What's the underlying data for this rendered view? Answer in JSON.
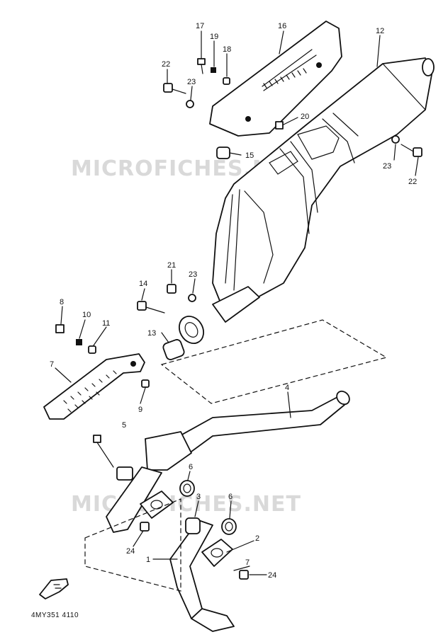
{
  "watermarks": [
    "MICROFICHES.NET",
    "MICROFICHES.NET"
  ],
  "caption": "4MY351 4110",
  "callouts": {
    "c1": "1",
    "c2": "2",
    "c3": "3",
    "c4": "4",
    "c5": "5",
    "c6a": "6",
    "c6b": "6",
    "c7a": "7",
    "c7b": "7",
    "c8": "8",
    "c9": "9",
    "c10": "10",
    "c11": "11",
    "c12": "12",
    "c13": "13",
    "c14": "14",
    "c15": "15",
    "c16": "16",
    "c17": "17",
    "c18": "18",
    "c19": "19",
    "c20": "20",
    "c21": "21",
    "c22a": "22",
    "c22b": "22",
    "c23a": "23",
    "c23b": "23",
    "c23c": "23",
    "c24a": "24",
    "c24b": "24"
  }
}
